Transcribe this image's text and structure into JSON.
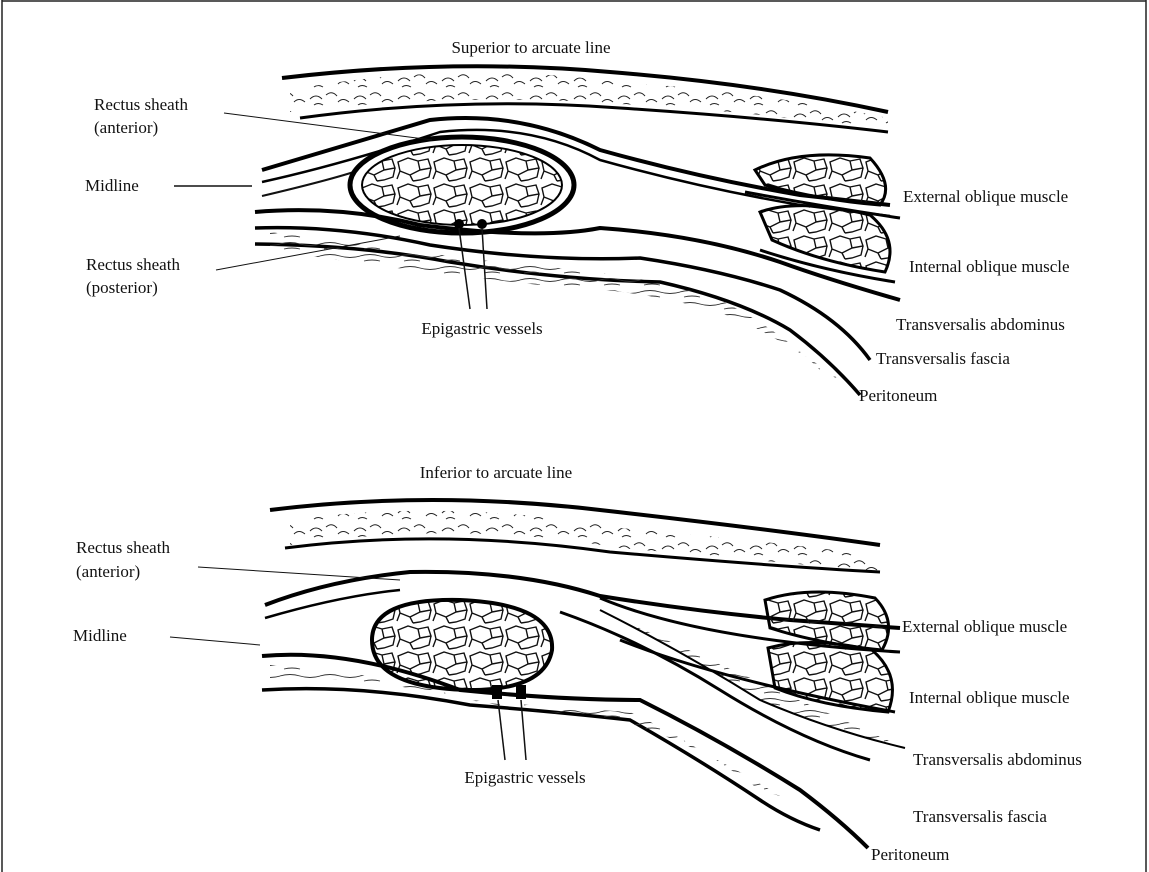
{
  "top_panel": {
    "title": "Superior to arcuate line",
    "labels": {
      "rectus_sheath_anterior": [
        "Rectus sheath",
        "(anterior)"
      ],
      "midline": "Midline",
      "rectus_sheath_posterior": [
        "Rectus sheath",
        "(posterior)"
      ],
      "epigastric_vessels": "Epigastric vessels",
      "external_oblique": "External oblique muscle",
      "internal_oblique": "Internal oblique muscle",
      "transversalis_abdominus": "Transversalis abdominus",
      "transversalis_fascia": "Transversalis fascia",
      "peritoneum": "Peritoneum"
    }
  },
  "bottom_panel": {
    "title": "Inferior to arcuate line",
    "labels": {
      "rectus_sheath_anterior": [
        "Rectus sheath",
        "(anterior)"
      ],
      "midline": "Midline",
      "epigastric_vessels": "Epigastric vessels",
      "external_oblique": "External oblique muscle",
      "internal_oblique": "Internal oblique muscle",
      "transversalis_abdominus": "Transversalis abdominus",
      "transversalis_fascia": "Transversalis fascia",
      "peritoneum": "Peritoneum"
    }
  }
}
